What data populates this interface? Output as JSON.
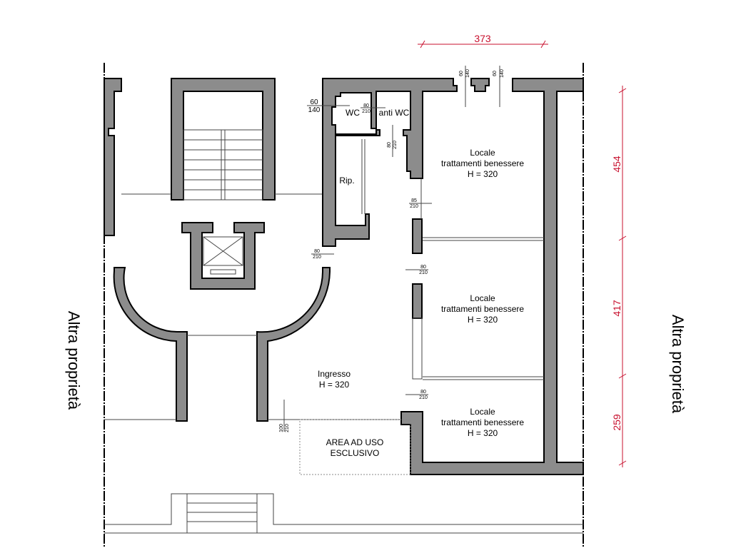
{
  "rooms": {
    "wc": "WC",
    "anti_wc": "anti WC",
    "rip": "Rip.",
    "locale1": [
      "Locale",
      "trattamenti benessere",
      "H = 320"
    ],
    "locale2": [
      "Locale",
      "trattamenti benessere",
      "H = 320"
    ],
    "locale3": [
      "Locale",
      "trattamenti benessere",
      "H = 320"
    ],
    "ingresso": [
      "Ingresso",
      "H = 320"
    ],
    "area": [
      "AREA AD USO",
      "ESCLUSIVO"
    ]
  },
  "side_labels": {
    "left": "Altra proprietà",
    "right": "Altra proprietà"
  },
  "dimensions": {
    "top": "373",
    "right1": "454",
    "right2": "417",
    "right3": "259"
  },
  "openings": {
    "w1": [
      "60",
      "140"
    ],
    "w2": [
      "60",
      "140"
    ],
    "w3": [
      "60",
      "140"
    ],
    "d_wc": [
      "80",
      "210"
    ],
    "d_antiwc": [
      "80",
      "210"
    ],
    "d_85": [
      "85",
      "210"
    ],
    "d_hall": [
      "80",
      "210"
    ],
    "d_l2": [
      "80",
      "210"
    ],
    "d_l3": [
      "80",
      "210"
    ],
    "d_entry": [
      "100",
      "210"
    ]
  },
  "colors": {
    "wall": "#8c8c8c",
    "dimension": "#c8102e"
  }
}
